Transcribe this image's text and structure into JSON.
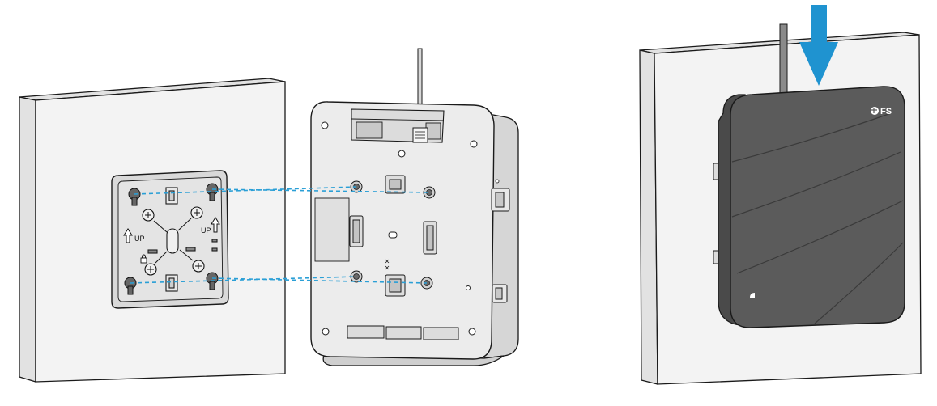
{
  "colors": {
    "background": "#ffffff",
    "outline": "#1a1a1a",
    "wall_face": "#f3f3f3",
    "wall_side": "#e2e2e2",
    "plate_fill": "#d9d9d9",
    "device_back": "#ececec",
    "device_front": "#5b5b5b",
    "guide_line": "#2a9fd6",
    "arrow": "#1f93d0"
  },
  "labels": {
    "plate_up_left": "UP",
    "plate_up_right": "UP",
    "brand_logo": "FS"
  },
  "icons": {
    "press_down_arrow": "arrow-down-icon"
  }
}
